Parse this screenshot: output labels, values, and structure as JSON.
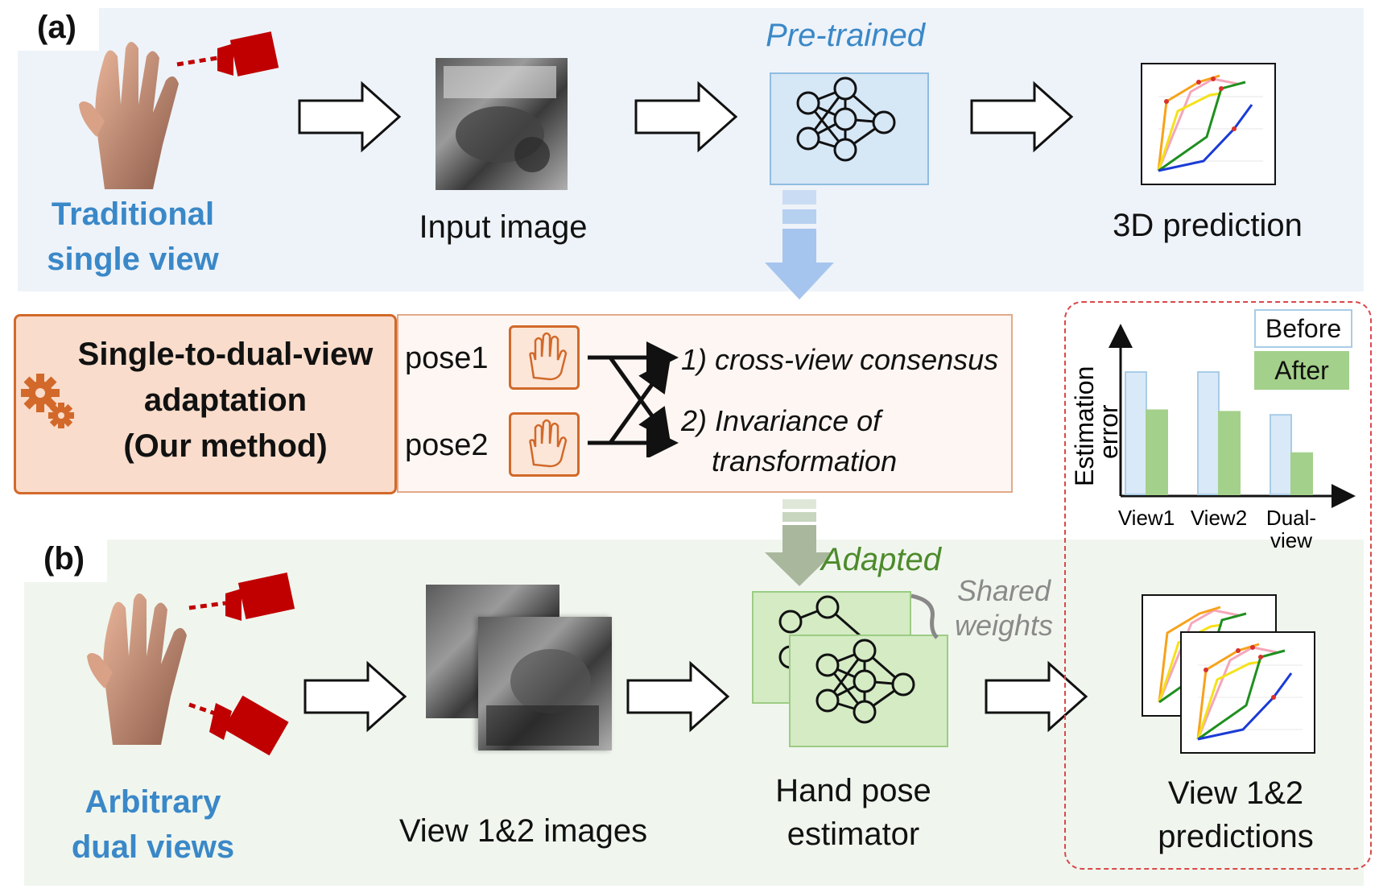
{
  "panel_a": {
    "tag": "(a)",
    "label_line1": "Traditional",
    "label_line2": "single view",
    "input_label": "Input image",
    "pretrained_label": "Pre-trained",
    "prediction_label": "3D prediction"
  },
  "method": {
    "line1": "Single-to-dual-view",
    "line2": "adaptation",
    "line3": "(Our method)",
    "pose1": "pose1",
    "pose2": "pose2",
    "consensus": "1) cross-view consensus",
    "invariance_line1": "2) Invariance of",
    "invariance_line2": "transformation"
  },
  "panel_b": {
    "tag": "(b)",
    "label_line1": "Arbitrary",
    "label_line2": "dual views",
    "images_label": "View 1&2 images",
    "adapted_label": "Adapted",
    "shared_line1": "Shared",
    "shared_line2": "weights",
    "estimator_line1": "Hand pose",
    "estimator_line2": "estimator",
    "predictions_line1": "View 1&2",
    "predictions_line2": "predictions"
  },
  "chart_data": {
    "type": "bar",
    "categories": [
      "View1",
      "View2",
      "Dual-view"
    ],
    "category_lines": [
      [
        "View1"
      ],
      [
        "View2"
      ],
      [
        "Dual-",
        "view"
      ]
    ],
    "series": [
      {
        "name": "Before",
        "values": [
          0.8,
          0.8,
          0.52
        ],
        "color": "#d9e9f7",
        "stroke": "#a9cce6"
      },
      {
        "name": "After",
        "values": [
          0.55,
          0.54,
          0.27
        ],
        "color": "#a3d08a",
        "stroke": "#a3d08a"
      }
    ],
    "ylabel_line1": "Estimation",
    "ylabel_line2": "error",
    "ylim": [
      0,
      1
    ],
    "legend": "top-right"
  },
  "colors": {
    "blue_label": "#3a88c8",
    "green_label": "#4d8a2c",
    "orange": "#d2692a",
    "camera_red": "#c00000"
  }
}
